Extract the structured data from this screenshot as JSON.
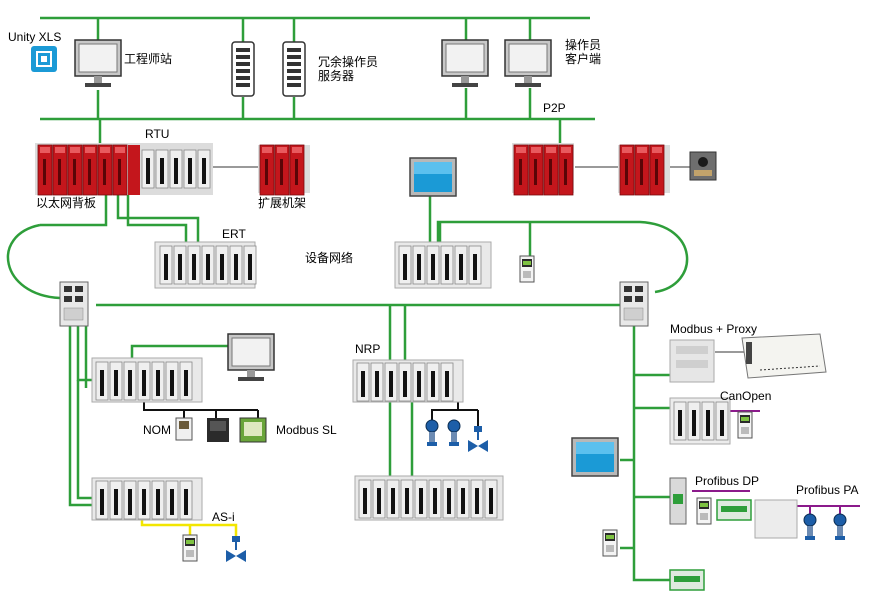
{
  "labels": {
    "unity_xls": "Unity XLS",
    "engineering_station": "工程师站",
    "redundant_server_line1": "冗余操作员",
    "redundant_server_line2": "服务器",
    "operator_client_line1": "操作员",
    "operator_client_line2": "客户端",
    "rtu": "RTU",
    "p2p": "P2P",
    "ethernet_backplane": "以太网背板",
    "expansion_rack": "扩展机架",
    "ert": "ERT",
    "device_network": "设备网络",
    "modbus_proxy": "Modbus + Proxy",
    "nrp": "NRP",
    "canopen": "CanOpen",
    "nom": "NOM",
    "modbus_sl": "Modbus SL",
    "profibus_dp": "Profibus DP",
    "profibus_pa": "Profibus PA",
    "as_i": "AS-i"
  },
  "colors": {
    "network_green": "#2e9e3a",
    "plc_red": "#c4161c",
    "module_gray": "#e6e6e6",
    "asi_yellow": "#f2e600",
    "profibus_purple": "#8b1a8b",
    "screen_blue": "#1b9ad6"
  },
  "icons": [
    "computer-monitor-icon",
    "server-icon",
    "plc-rack-icon",
    "touch-panel-icon",
    "switch-icon",
    "sensor-icon",
    "valve-icon",
    "unity-logo-icon"
  ]
}
